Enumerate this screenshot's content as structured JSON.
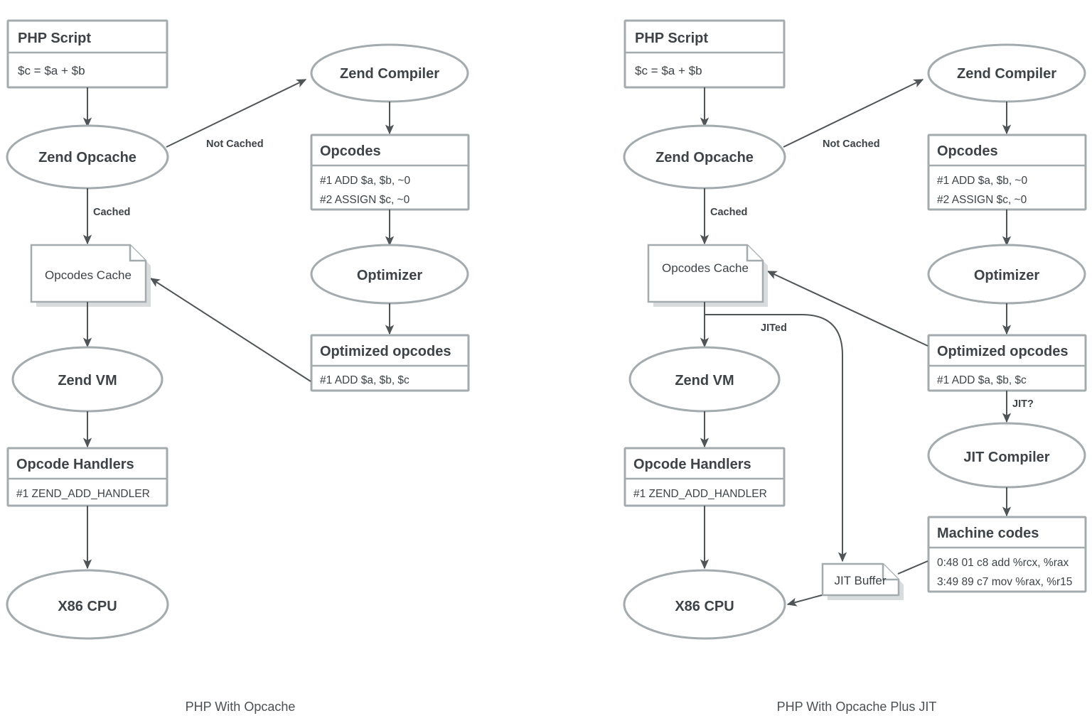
{
  "diagram": {
    "title_left": "PHP With Opcache",
    "title_right": "PHP With Opcache Plus JIT",
    "colors": {
      "shape_stroke": "#a3abae",
      "edge_stroke": "#4f5457",
      "text": "#3d4347",
      "background": "#ffffff",
      "shadow": "#d8dcdd"
    }
  },
  "left": {
    "php_script": {
      "title": "PHP Script",
      "code": "$c = $a + $b"
    },
    "zend_opcache": "Zend Opcache",
    "zend_compiler": "Zend Compiler",
    "opcodes": {
      "title": "Opcodes",
      "lines": [
        "#1  ADD        $a,  $b,  ~0",
        "#2  ASSIGN  $c,  ~0"
      ]
    },
    "optimizer": "Optimizer",
    "optimized_opcodes": {
      "title": "Optimized opcodes",
      "lines": [
        "#1  ADD        $a,  $b,  $c"
      ]
    },
    "opcodes_cache": "Opcodes Cache",
    "zend_vm": "Zend VM",
    "opcode_handlers": {
      "title": "Opcode Handlers",
      "lines": [
        "#1  ZEND_ADD_HANDLER"
      ]
    },
    "x86_cpu": "X86 CPU",
    "edge_labels": {
      "not_cached": "Not Cached",
      "cached": "Cached"
    }
  },
  "right": {
    "php_script": {
      "title": "PHP Script",
      "code": "$c = $a + $b"
    },
    "zend_opcache": "Zend Opcache",
    "zend_compiler": "Zend Compiler",
    "opcodes": {
      "title": "Opcodes",
      "lines": [
        "#1  ADD        $a,  $b,  ~0",
        "#2  ASSIGN  $c,  ~0"
      ]
    },
    "optimizer": "Optimizer",
    "optimized_opcodes": {
      "title": "Optimized opcodes",
      "lines": [
        "#1  ADD        $a,  $b,  $c"
      ]
    },
    "opcodes_cache": "Opcodes Cache",
    "zend_vm": "Zend VM",
    "opcode_handlers": {
      "title": "Opcode Handlers",
      "lines": [
        "#1  ZEND_ADD_HANDLER"
      ]
    },
    "x86_cpu": "X86 CPU",
    "jit_compiler": "JIT Compiler",
    "machine_codes": {
      "title": "Machine codes",
      "lines": [
        "0:48 01 c8   add  %rcx, %rax",
        "3:49 89 c7   mov  %rax, %r15"
      ]
    },
    "jit_buffer": "JIT Buffer",
    "edge_labels": {
      "not_cached": "Not Cached",
      "cached": "Cached",
      "jited": "JITed",
      "jit_q": "JIT?"
    }
  }
}
